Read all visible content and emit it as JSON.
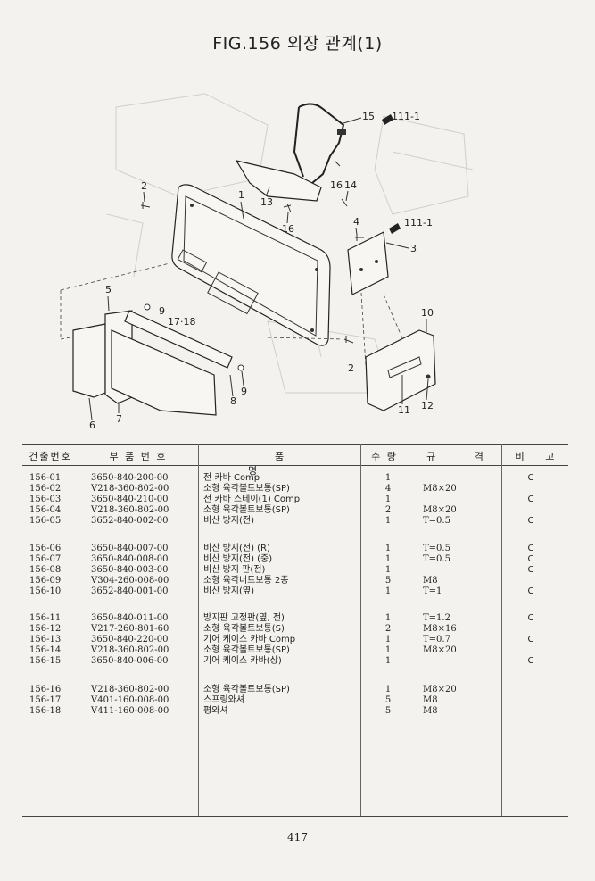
{
  "title": "FIG.156 외장 관계(1)",
  "diagram": {
    "callouts": [
      "1",
      "2",
      "3",
      "4",
      "5",
      "6",
      "7",
      "8",
      "9",
      "10",
      "11",
      "12",
      "13",
      "14",
      "15",
      "16",
      "111-1",
      "17·18"
    ]
  },
  "table": {
    "headers": [
      "건출번호",
      "부 품 번 호",
      "품 명",
      "수 량",
      "규 격",
      "비 고"
    ],
    "rows": [
      {
        "no": "156-01",
        "part": "3650-840-200-00",
        "name": "전 카바 Comp",
        "qty": "1",
        "spec": "",
        "remark": "C"
      },
      {
        "no": "156-02",
        "part": "V218-360-802-00",
        "name": "소형 육각볼트보통(SP)",
        "qty": "4",
        "spec": "M8×20",
        "remark": ""
      },
      {
        "no": "156-03",
        "part": "3650-840-210-00",
        "name": "전 카바 스테이(1) Comp",
        "qty": "1",
        "spec": "",
        "remark": "C"
      },
      {
        "no": "156-04",
        "part": "V218-360-802-00",
        "name": "소형 육각볼트보통(SP)",
        "qty": "2",
        "spec": "M8×20",
        "remark": ""
      },
      {
        "no": "156-05",
        "part": "3652-840-002-00",
        "name": "비산 방지(전)",
        "qty": "1",
        "spec": "T=0.5",
        "remark": "C"
      },
      {
        "no": "156-06",
        "part": "3650-840-007-00",
        "name": "비산 방지(전) (R)",
        "qty": "1",
        "spec": "T=0.5",
        "remark": "C"
      },
      {
        "no": "156-07",
        "part": "3650-840-008-00",
        "name": "비산 방지(전) (중)",
        "qty": "1",
        "spec": "T=0.5",
        "remark": "C"
      },
      {
        "no": "156-08",
        "part": "3650-840-003-00",
        "name": "비산 방지 판(전)",
        "qty": "1",
        "spec": "",
        "remark": "C"
      },
      {
        "no": "156-09",
        "part": "V304-260-008-00",
        "name": "소형 육각너트보통 2종",
        "qty": "5",
        "spec": "M8",
        "remark": ""
      },
      {
        "no": "156-10",
        "part": "3652-840-001-00",
        "name": "비산 방지(옆)",
        "qty": "1",
        "spec": "T=1",
        "remark": "C"
      },
      {
        "no": "156-11",
        "part": "3650-840-011-00",
        "name": "방지판 고정판(옆, 전)",
        "qty": "1",
        "spec": "T=1.2",
        "remark": "C"
      },
      {
        "no": "156-12",
        "part": "V217-260-801-60",
        "name": "소형 육각볼트보통(S)",
        "qty": "2",
        "spec": "M8×16",
        "remark": ""
      },
      {
        "no": "156-13",
        "part": "3650-840-220-00",
        "name": "기어 케이스 카바 Comp",
        "qty": "1",
        "spec": "T=0.7",
        "remark": "C"
      },
      {
        "no": "156-14",
        "part": "V218-360-802-00",
        "name": "소형 육각볼트보통(SP)",
        "qty": "1",
        "spec": "M8×20",
        "remark": ""
      },
      {
        "no": "156-15",
        "part": "3650-840-006-00",
        "name": "기어 케이스 카바(상)",
        "qty": "1",
        "spec": "",
        "remark": "C"
      },
      {
        "no": "156-16",
        "part": "V218-360-802-00",
        "name": "소형 육각볼트보통(SP)",
        "qty": "1",
        "spec": "M8×20",
        "remark": ""
      },
      {
        "no": "156-17",
        "part": "V401-160-008-00",
        "name": "스프링와셔",
        "qty": "5",
        "spec": "M8",
        "remark": ""
      },
      {
        "no": "156-18",
        "part": "V411-160-008-00",
        "name": "평와셔",
        "qty": "5",
        "spec": "M8",
        "remark": ""
      }
    ]
  },
  "page_number": "417"
}
